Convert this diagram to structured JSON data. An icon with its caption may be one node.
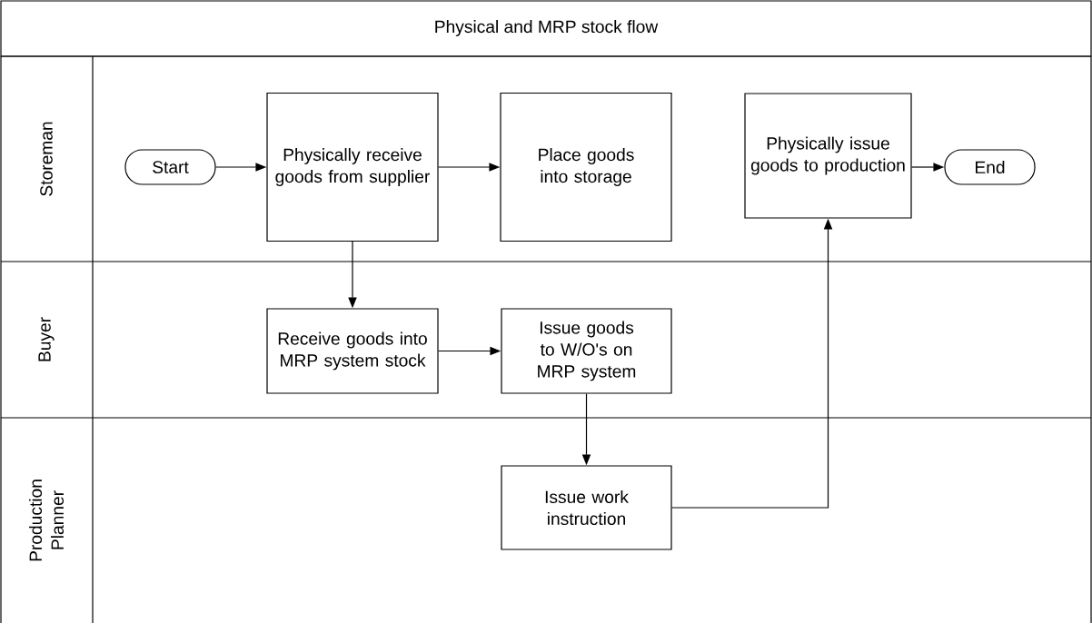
{
  "diagram": {
    "title": "Physical and MRP stock flow",
    "nodes": [
      {
        "text": [
          "Storeman"
        ]
      },
      {
        "text": [
          "Start"
        ],
        "in": 0
      },
      {
        "text": [
          "Physically receive goods from supplier"
        ],
        "in": 0
      },
      {
        "text": [
          "Place goods into storage"
        ],
        "in": 0
      },
      {
        "text": [
          "Physically issue goods to production"
        ],
        "in": 0
      },
      {
        "text": [
          "End"
        ],
        "in": 0
      },
      {
        "text": [
          "Buyer"
        ]
      },
      {
        "text": [
          "Receive goods into MRP system stock"
        ],
        "in": 6
      },
      {
        "text": [
          "Issue goods to W/O's on MRP system"
        ],
        "in": 6
      },
      {
        "text": [
          "Production Planner"
        ]
      },
      {
        "text": [
          "Issue work instruction"
        ],
        "in": 9
      }
    ],
    "edges": [
      {
        "from": 1,
        "to": 2,
        "arrow": "to"
      },
      {
        "from": 2,
        "to": 3,
        "arrow": "to"
      },
      {
        "from": 4,
        "to": 5,
        "arrow": "to"
      },
      {
        "from": 2,
        "to": 7,
        "arrow": "to"
      },
      {
        "from": 7,
        "to": 8,
        "arrow": "to"
      },
      {
        "from": 8,
        "to": 10,
        "arrow": "to"
      },
      {
        "from": 10,
        "to": 4,
        "arrow": "to"
      }
    ]
  }
}
